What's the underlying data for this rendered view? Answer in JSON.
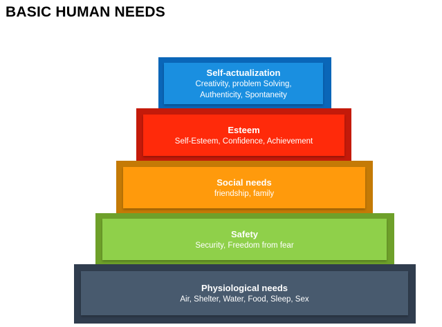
{
  "title": "BASIC HUMAN NEEDS",
  "tiers": [
    {
      "heading": "Self-actualization",
      "line1": "Creativity, problem Solving,",
      "line2": "Authenticity, Spontaneity",
      "color": "#1a8fe0"
    },
    {
      "heading": "Esteem",
      "line1": "Self-Esteem, Confidence, Achievement",
      "color": "#ff2a0a"
    },
    {
      "heading": "Social needs",
      "line1": "friendship, family",
      "color": "#ff9a0c"
    },
    {
      "heading": "Safety",
      "line1": "Security, Freedom from fear",
      "color": "#8fd04a"
    },
    {
      "heading": "Physiological needs",
      "line1": "Air, Shelter, Water, Food, Sleep, Sex",
      "color": "#485a6e"
    }
  ]
}
